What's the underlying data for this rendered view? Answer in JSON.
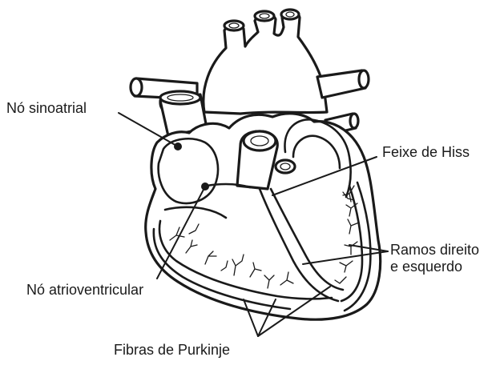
{
  "diagram": {
    "labels": {
      "sa_node": "Nó sinoatrial",
      "av_node": "Nó atrioventricular",
      "bundle_his": "Feixe de Hiss",
      "branches_line1": "Ramos direito",
      "branches_line2": "e esquerdo",
      "purkinje": "Fibras de Purkinje"
    }
  }
}
